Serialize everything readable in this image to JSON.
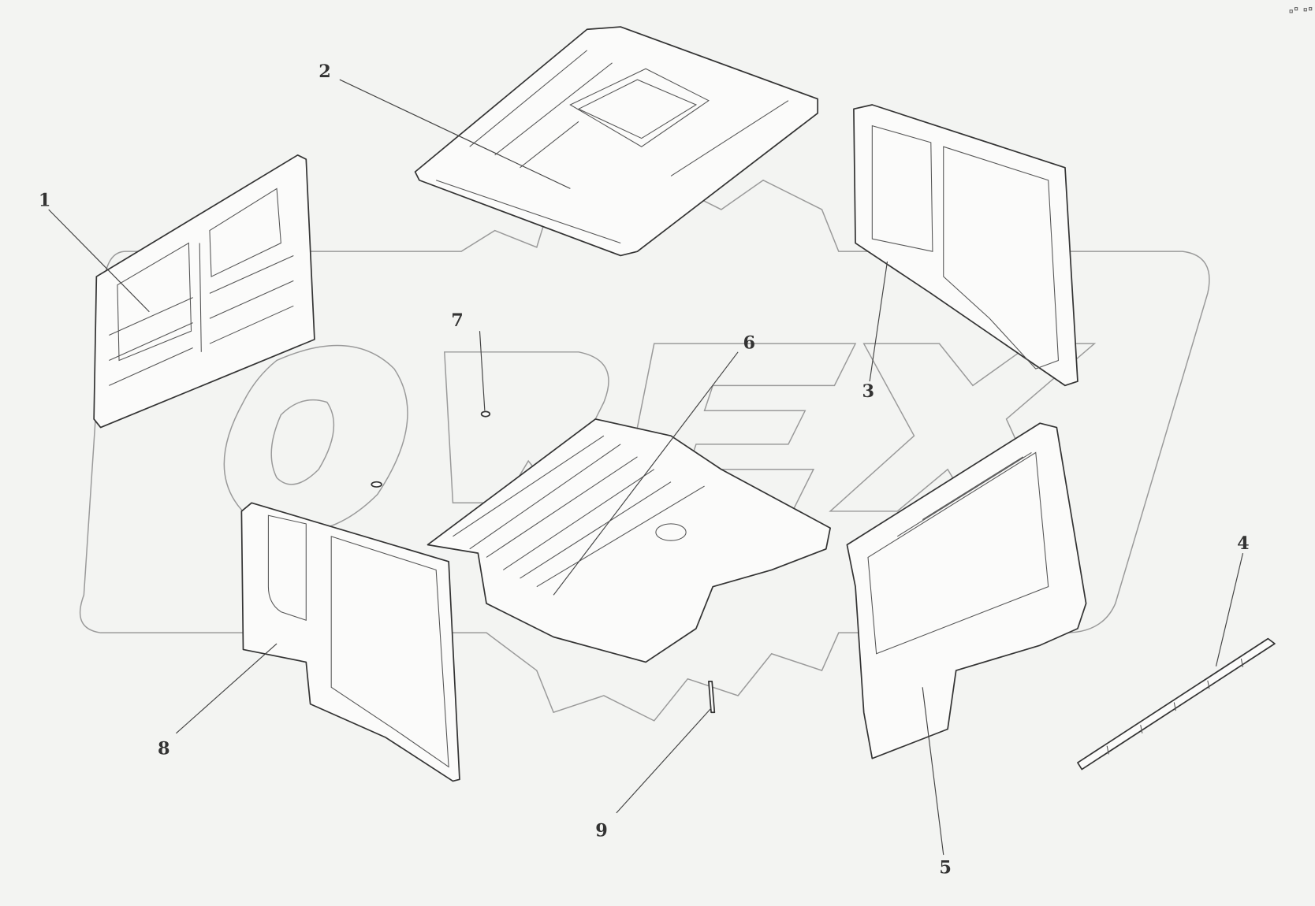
{
  "diagram": {
    "watermark": "OREX",
    "callouts": [
      {
        "id": "1",
        "label": "1"
      },
      {
        "id": "2",
        "label": "2"
      },
      {
        "id": "3",
        "label": "3"
      },
      {
        "id": "4",
        "label": "4"
      },
      {
        "id": "5",
        "label": "5"
      },
      {
        "id": "6",
        "label": "6"
      },
      {
        "id": "7",
        "label": "7"
      },
      {
        "id": "8",
        "label": "8"
      },
      {
        "id": "9",
        "label": "9"
      }
    ],
    "colors": {
      "background": "#f3f4f2",
      "line": "#333333",
      "watermark": "#9a9a9a"
    }
  }
}
